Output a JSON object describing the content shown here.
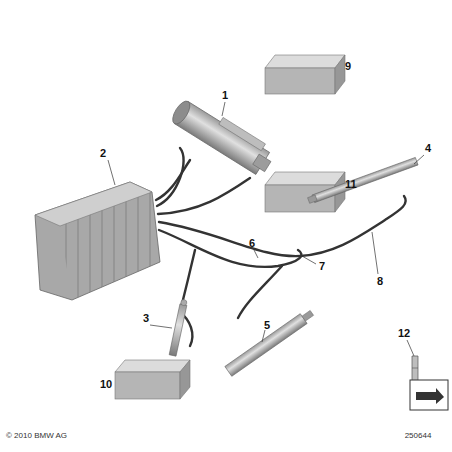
{
  "diagram": {
    "labels": [
      "1",
      "2",
      "3",
      "4",
      "5",
      "6",
      "7",
      "8",
      "9",
      "10",
      "11",
      "12",
      "© 2010 BMW AG",
      "250644"
    ]
  }
}
